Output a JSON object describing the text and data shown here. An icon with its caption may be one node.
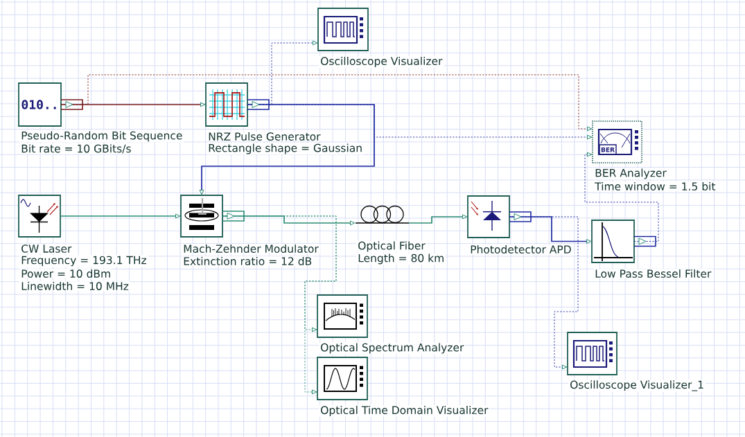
{
  "diagram": {
    "nodes": [
      {
        "text": [
          "Oscilloscope Visualizer"
        ]
      },
      {
        "text": [
          "010..",
          "Pseudo-Random Bit Sequence",
          "Bit rate = 10 GBits/s"
        ]
      },
      {
        "text": [
          "NRZ Pulse Generator",
          "Rectangle shape = Gaussian"
        ]
      },
      {
        "text": [
          "BER",
          "BER Analyzer",
          "Time window = 1.5 bit"
        ]
      },
      {
        "text": [
          "CW Laser",
          "Frequency = 193.1 THz",
          "Power = 10 dBm",
          "Linewidth = 10 MHz"
        ]
      },
      {
        "text": [
          "Mach-Zehnder Modulator",
          "Extinction ratio = 12 dB"
        ]
      },
      {
        "text": [
          "Optical Fiber",
          "Length = 80 km"
        ]
      },
      {
        "text": [
          "Photodetector APD"
        ]
      },
      {
        "text": [
          "Low Pass Bessel Filter"
        ]
      },
      {
        "text": [
          "Optical Spectrum Analyzer"
        ]
      },
      {
        "text": [
          "Optical Time Domain Visualizer"
        ]
      },
      {
        "text": [
          "Oscilloscope Visualizer_1"
        ]
      }
    ],
    "edges": [
      {
        "from": 1,
        "to": 2,
        "arrow": "to",
        "color": "#7a1c1c"
      },
      {
        "from": 1,
        "to": 3,
        "arrow": "to",
        "style": "dashed",
        "color": "#7a1c1c"
      },
      {
        "from": 2,
        "to": 0,
        "arrow": "to",
        "style": "dashed"
      },
      {
        "from": 2,
        "to": 5,
        "arrow": "to"
      },
      {
        "from": 2,
        "to": 3,
        "arrow": "to",
        "style": "dashed"
      },
      {
        "from": 4,
        "to": 5,
        "arrow": "to",
        "color": "#2a8c74"
      },
      {
        "from": 5,
        "to": 6,
        "arrow": "to",
        "color": "#2a8c74"
      },
      {
        "from": 5,
        "to": 9,
        "arrow": "to",
        "style": "dashed",
        "color": "#2a8c74"
      },
      {
        "from": 5,
        "to": 10,
        "arrow": "to",
        "style": "dashed",
        "color": "#2a8c74"
      },
      {
        "from": 6,
        "to": 7,
        "arrow": "to",
        "color": "#2a8c74"
      },
      {
        "from": 7,
        "to": 8,
        "arrow": "to"
      },
      {
        "from": 7,
        "to": 11,
        "arrow": "to",
        "style": "dashed"
      },
      {
        "from": 8,
        "to": 3,
        "arrow": "to",
        "style": "dashed"
      }
    ]
  }
}
